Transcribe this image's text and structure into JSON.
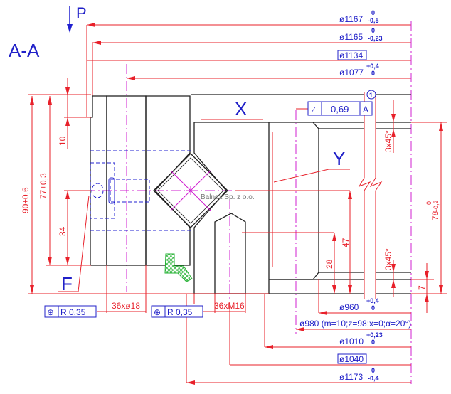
{
  "title": "A-A",
  "section_marker": "P",
  "detail_labels": {
    "x": "X",
    "y": "Y",
    "f": "F"
  },
  "watermark": "Balnex Sp. z o.o.",
  "top_dims": [
    {
      "label": "ø1167",
      "upper": "0",
      "lower": "-0,5"
    },
    {
      "label": "ø1165",
      "upper": "0",
      "lower": "-0,23"
    },
    {
      "label": "ø1134",
      "boxed": true
    },
    {
      "label": "ø1077",
      "upper": "+0,4",
      "lower": "0"
    }
  ],
  "bottom_dims": [
    {
      "label": "ø960",
      "upper": "+0,4",
      "lower": "0"
    },
    {
      "label": "ø980 (m=10;z=98;x=0;α=20°)"
    },
    {
      "label": "ø1010",
      "upper": "+0,23",
      "lower": "0"
    },
    {
      "label": "ø1040",
      "boxed": true
    },
    {
      "label": "ø1173",
      "upper": "0",
      "lower": "-0,4"
    }
  ],
  "runout_frame": {
    "symbol": "⌿",
    "value": "0,69",
    "datum": "A"
  },
  "circled_note": "1",
  "position_frames": [
    {
      "symbol": "⊕",
      "value": "R  0,35"
    },
    {
      "symbol": "⊕",
      "value": "R  0,35"
    }
  ],
  "hole_labels": {
    "through": "36xø18",
    "thread": "36xM16"
  },
  "left_dims": {
    "total": "90±0,6",
    "inner": "77±0,3",
    "mid": "34",
    "top": "10"
  },
  "right_dims": {
    "height": "78",
    "height_tol_upper": "0",
    "height_tol_lower": "-0,2",
    "step": "7",
    "chamfer_top": "3x45°",
    "chamfer_bottom": "3x45°",
    "d47": "47",
    "d28": "28"
  }
}
